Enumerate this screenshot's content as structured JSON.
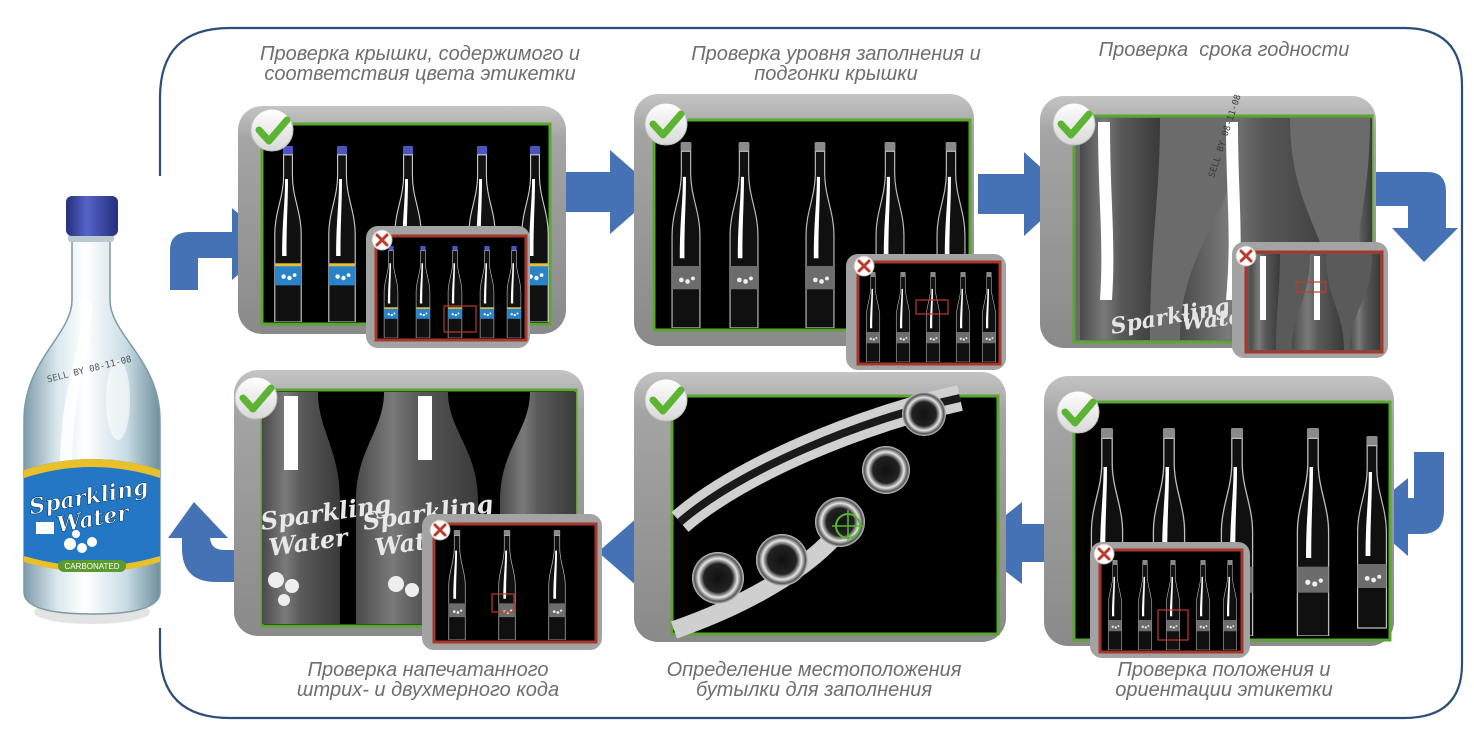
{
  "steps": [
    {
      "title_line1": "Проверка крышки, содержимого и",
      "title_line2": "соответствия цвета этикетки",
      "status": "pass",
      "defect_status": "fail"
    },
    {
      "title_line1": "Проверка уровня заполнения и",
      "title_line2": "подгонки крышки",
      "status": "pass",
      "defect_status": "fail"
    },
    {
      "title_line1": "Проверка  срока годности",
      "title_line2": "",
      "status": "pass",
      "defect_status": "fail"
    },
    {
      "title_line1": "Проверка положения и",
      "title_line2": "ориентации этикетки",
      "status": "pass",
      "defect_status": "fail"
    },
    {
      "title_line1": "Определение местоположения",
      "title_line2": "бутылки для заполнения",
      "status": "pass"
    },
    {
      "title_line1": "Проверка напечатанного",
      "title_line2": "штрих- и двухмерного кода",
      "status": "pass",
      "defect_status": "fail"
    }
  ],
  "product": {
    "label_line1": "Sparkling",
    "label_line2": "Water",
    "label_badge": "CARBONATED",
    "print_code": "SELL BY 08-11-08"
  },
  "colors": {
    "loop_border": "#2b4f78",
    "arrow": "#4472b4",
    "frame_pass": "#5aa632",
    "frame_fail": "#a5382a",
    "panel": "#9a9a9a",
    "check": "#5bb432",
    "cross": "#c0392b",
    "cap": "#3b49a8",
    "label_blue": "#2377c4",
    "label_yellow": "#e8c02a"
  }
}
